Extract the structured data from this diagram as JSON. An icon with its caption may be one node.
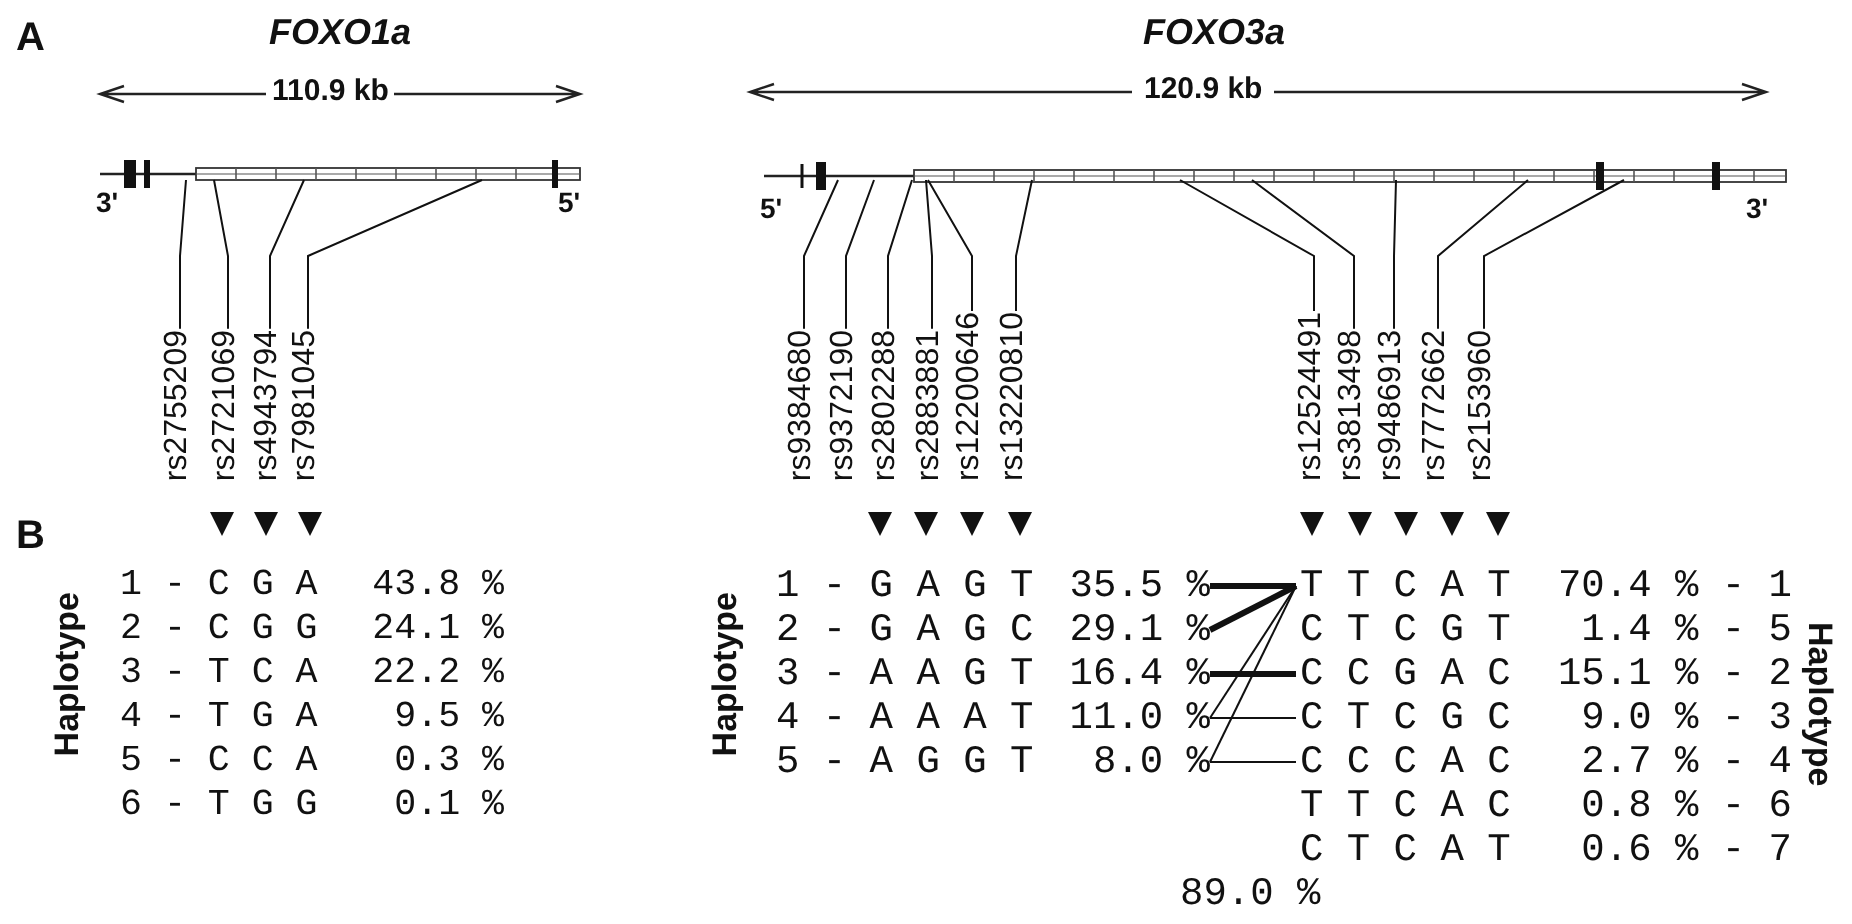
{
  "diagram": {
    "nodes": [
      {
        "text": [
          "rs2755209"
        ]
      },
      {
        "text": [
          "rs2721069"
        ]
      },
      {
        "text": [
          "rs4943794"
        ]
      },
      {
        "text": [
          "rs7981045"
        ]
      },
      {
        "text": [
          "rs9384680"
        ]
      },
      {
        "text": [
          "rs9372190"
        ]
      },
      {
        "text": [
          "rs2802288"
        ]
      },
      {
        "text": [
          "rs2883881"
        ]
      },
      {
        "text": [
          "rs12200646"
        ]
      },
      {
        "text": [
          "rs13220810"
        ]
      },
      {
        "text": [
          "rs12524491"
        ]
      },
      {
        "text": [
          "rs3813498"
        ]
      },
      {
        "text": [
          "rs9486913"
        ]
      },
      {
        "text": [
          "rs7772662"
        ]
      },
      {
        "text": [
          "rs2153960"
        ]
      },
      {
        "text": [
          "1 - G A G T",
          "35.5 %"
        ]
      },
      {
        "text": [
          "2 - G A G C",
          "29.1 %"
        ]
      },
      {
        "text": [
          "3 - A A G T",
          "16.4 %"
        ]
      },
      {
        "text": [
          "4 - A A A T",
          "11.0 %"
        ]
      },
      {
        "text": [
          "5 - A G G T",
          "8.0 %"
        ]
      },
      {
        "text": [
          "T T C A T",
          "70.4 % - 1"
        ]
      },
      {
        "text": [
          "C T C G T",
          "1.4 % - 5"
        ]
      },
      {
        "text": [
          "C C G A C",
          "15.1 % - 2"
        ]
      },
      {
        "text": [
          "C T C G C",
          "9.0 % - 3"
        ]
      },
      {
        "text": [
          "C C C A C",
          "2.7 % - 4"
        ]
      }
    ],
    "edges": [
      {
        "from": 0,
        "to": null,
        "arrow": "none"
      },
      {
        "from": 1,
        "to": null,
        "arrow": "none"
      },
      {
        "from": 2,
        "to": null,
        "arrow": "none"
      },
      {
        "from": 3,
        "to": null,
        "arrow": "none"
      },
      {
        "from": 4,
        "to": null,
        "arrow": "none"
      },
      {
        "from": 5,
        "to": null,
        "arrow": "none"
      },
      {
        "from": 6,
        "to": null,
        "arrow": "none"
      },
      {
        "from": 7,
        "to": null,
        "arrow": "none"
      },
      {
        "from": 8,
        "to": null,
        "arrow": "none"
      },
      {
        "from": 9,
        "to": null,
        "arrow": "none"
      },
      {
        "from": 10,
        "to": null,
        "arrow": "none"
      },
      {
        "from": 11,
        "to": null,
        "arrow": "none"
      },
      {
        "from": 12,
        "to": null,
        "arrow": "none"
      },
      {
        "from": 13,
        "to": null,
        "arrow": "none"
      },
      {
        "from": 14,
        "to": null,
        "arrow": "none"
      },
      {
        "from": 15,
        "to": 20,
        "arrow": "none",
        "style": "thick"
      },
      {
        "from": 16,
        "to": 20,
        "arrow": "none",
        "style": "thick"
      },
      {
        "from": 17,
        "to": 22,
        "arrow": "none",
        "style": "thick"
      },
      {
        "from": 18,
        "to": 20,
        "arrow": "none"
      },
      {
        "from": 18,
        "to": 23,
        "arrow": "none"
      },
      {
        "from": 19,
        "to": 20,
        "arrow": "none"
      },
      {
        "from": 19,
        "to": 24,
        "arrow": "none"
      }
    ],
    "labels": [
      "A",
      "FOXO1a",
      "110.9 kb",
      "3'",
      "5'",
      "FOXO3a",
      "120.9 kb",
      "5'",
      "3'",
      "B",
      "Haplotype",
      "1 - C G A",
      "43.8 %",
      "2 - C G G",
      "24.1 %",
      "3 - T C A",
      "22.2 %",
      "4 - T G A",
      "9.5 %",
      "5 - C C A",
      "0.3 %",
      "6 - T G G",
      "0.1 %",
      "Haplotype",
      "T T C A C",
      "0.8 % - 6",
      "C T C A T",
      "0.6 % - 7",
      "Haplotype",
      "89.0 %"
    ]
  }
}
